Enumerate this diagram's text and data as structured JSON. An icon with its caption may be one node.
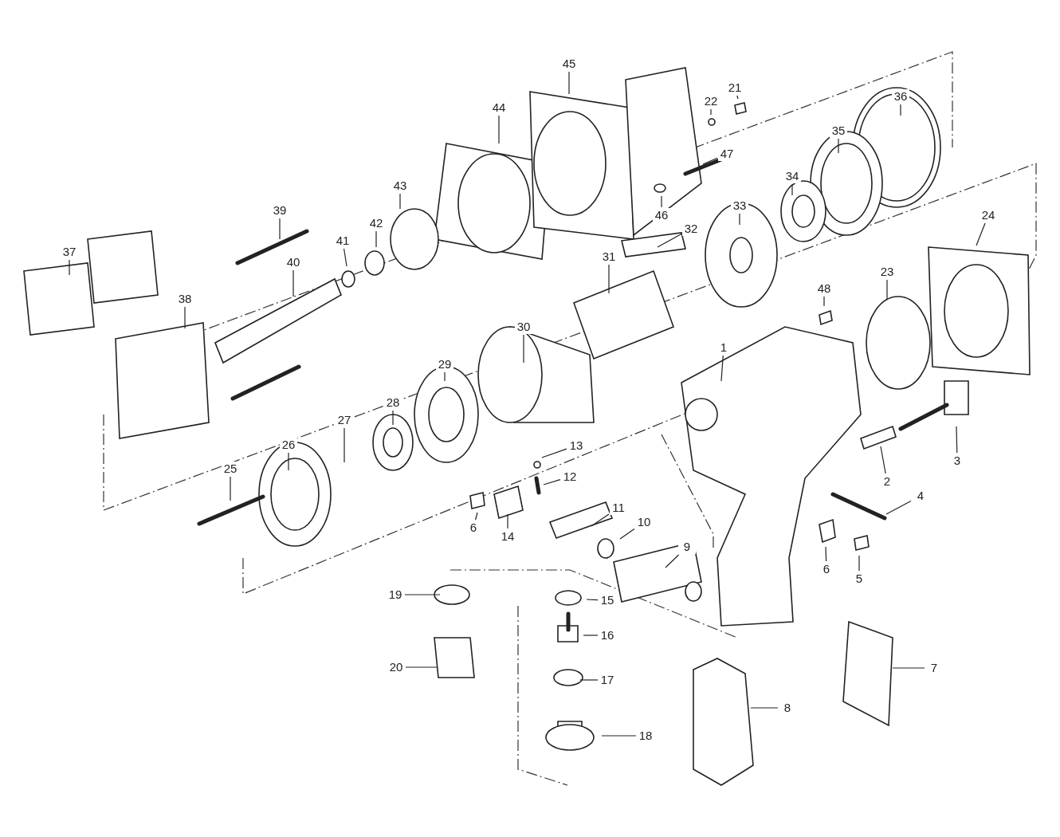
{
  "diagram": {
    "nodes": [
      {
        "text": [
          "1"
        ]
      },
      {
        "text": [
          "2"
        ]
      },
      {
        "text": [
          "3"
        ]
      },
      {
        "text": [
          "4"
        ]
      },
      {
        "text": [
          "5"
        ]
      },
      {
        "text": [
          "6"
        ]
      },
      {
        "text": [
          "6"
        ]
      },
      {
        "text": [
          "7"
        ]
      },
      {
        "text": [
          "8"
        ]
      },
      {
        "text": [
          "9"
        ]
      },
      {
        "text": [
          "10"
        ]
      },
      {
        "text": [
          "11"
        ]
      },
      {
        "text": [
          "12"
        ]
      },
      {
        "text": [
          "13"
        ]
      },
      {
        "text": [
          "14"
        ]
      },
      {
        "text": [
          "15"
        ]
      },
      {
        "text": [
          "16"
        ]
      },
      {
        "text": [
          "17"
        ]
      },
      {
        "text": [
          "18"
        ]
      },
      {
        "text": [
          "19"
        ]
      },
      {
        "text": [
          "20"
        ]
      },
      {
        "text": [
          "21"
        ]
      },
      {
        "text": [
          "22"
        ]
      },
      {
        "text": [
          "23"
        ]
      },
      {
        "text": [
          "24"
        ]
      },
      {
        "text": [
          "25"
        ]
      },
      {
        "text": [
          "26"
        ]
      },
      {
        "text": [
          "27"
        ]
      },
      {
        "text": [
          "28"
        ]
      },
      {
        "text": [
          "29"
        ]
      },
      {
        "text": [
          "30"
        ]
      },
      {
        "text": [
          "31"
        ]
      },
      {
        "text": [
          "32"
        ]
      },
      {
        "text": [
          "33"
        ]
      },
      {
        "text": [
          "34"
        ]
      },
      {
        "text": [
          "35"
        ]
      },
      {
        "text": [
          "36"
        ]
      },
      {
        "text": [
          "37"
        ]
      },
      {
        "text": [
          "38"
        ]
      },
      {
        "text": [
          "39"
        ]
      },
      {
        "text": [
          "40"
        ]
      },
      {
        "text": [
          "41"
        ]
      },
      {
        "text": [
          "42"
        ]
      },
      {
        "text": [
          "43"
        ]
      },
      {
        "text": [
          "44"
        ]
      },
      {
        "text": [
          "45"
        ]
      },
      {
        "text": [
          "46"
        ]
      },
      {
        "text": [
          "47"
        ]
      },
      {
        "text": [
          "48"
        ]
      }
    ],
    "edges": [
      {
        "from": 0,
        "to": null,
        "arrow": "none"
      },
      {
        "from": 1,
        "to": null,
        "arrow": "none"
      },
      {
        "from": 2,
        "to": null,
        "arrow": "none"
      },
      {
        "from": 3,
        "to": null,
        "arrow": "none"
      },
      {
        "from": 4,
        "to": null,
        "arrow": "none"
      },
      {
        "from": 5,
        "to": null,
        "arrow": "none"
      },
      {
        "from": 6,
        "to": null,
        "arrow": "none"
      },
      {
        "from": 7,
        "to": null,
        "arrow": "none"
      },
      {
        "from": 8,
        "to": null,
        "arrow": "none"
      },
      {
        "from": 9,
        "to": null,
        "arrow": "none"
      },
      {
        "from": 10,
        "to": null,
        "arrow": "none"
      },
      {
        "from": 11,
        "to": null,
        "arrow": "none"
      },
      {
        "from": 12,
        "to": null,
        "arrow": "none"
      },
      {
        "from": 13,
        "to": null,
        "arrow": "none"
      },
      {
        "from": 14,
        "to": null,
        "arrow": "none"
      },
      {
        "from": 15,
        "to": null,
        "arrow": "none"
      },
      {
        "from": 16,
        "to": null,
        "arrow": "none"
      },
      {
        "from": 17,
        "to": null,
        "arrow": "none"
      },
      {
        "from": 18,
        "to": null,
        "arrow": "none"
      },
      {
        "from": 19,
        "to": null,
        "arrow": "none"
      },
      {
        "from": 20,
        "to": null,
        "arrow": "none"
      },
      {
        "from": 21,
        "to": null,
        "arrow": "none"
      },
      {
        "from": 22,
        "to": null,
        "arrow": "none"
      },
      {
        "from": 23,
        "to": null,
        "arrow": "none"
      },
      {
        "from": 24,
        "to": null,
        "arrow": "none"
      },
      {
        "from": 25,
        "to": null,
        "arrow": "none"
      },
      {
        "from": 26,
        "to": null,
        "arrow": "none"
      },
      {
        "from": 27,
        "to": null,
        "arrow": "none"
      },
      {
        "from": 28,
        "to": null,
        "arrow": "none"
      },
      {
        "from": 29,
        "to": null,
        "arrow": "none"
      },
      {
        "from": 30,
        "to": null,
        "arrow": "none"
      },
      {
        "from": 31,
        "to": null,
        "arrow": "none"
      },
      {
        "from": 32,
        "to": null,
        "arrow": "none"
      },
      {
        "from": 33,
        "to": null,
        "arrow": "none"
      },
      {
        "from": 34,
        "to": null,
        "arrow": "none"
      },
      {
        "from": 35,
        "to": null,
        "arrow": "none"
      },
      {
        "from": 36,
        "to": null,
        "arrow": "none"
      },
      {
        "from": 37,
        "to": null,
        "arrow": "none"
      },
      {
        "from": 38,
        "to": null,
        "arrow": "none"
      },
      {
        "from": 39,
        "to": null,
        "arrow": "none"
      },
      {
        "from": 40,
        "to": null,
        "arrow": "none"
      },
      {
        "from": 41,
        "to": null,
        "arrow": "none"
      },
      {
        "from": 42,
        "to": null,
        "arrow": "none"
      },
      {
        "from": 43,
        "to": null,
        "arrow": "none"
      },
      {
        "from": 44,
        "to": null,
        "arrow": "none"
      },
      {
        "from": 45,
        "to": null,
        "arrow": "none"
      },
      {
        "from": 46,
        "to": null,
        "arrow": "none"
      },
      {
        "from": 47,
        "to": null,
        "arrow": "none"
      },
      {
        "from": 48,
        "to": null,
        "arrow": "none"
      }
    ]
  }
}
